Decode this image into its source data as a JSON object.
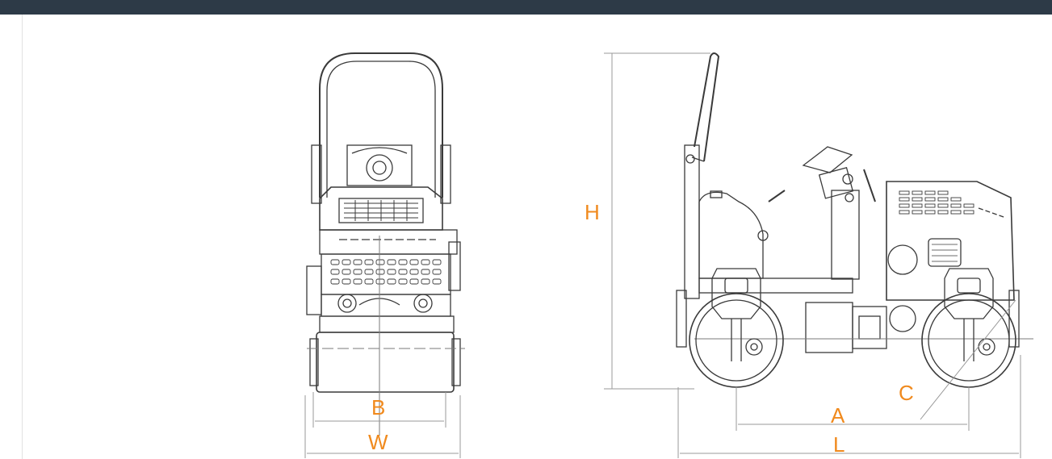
{
  "colors": {
    "accent": "#f08a1e",
    "header": "#2d3a47",
    "line": "#3a3a3a",
    "dim": "#9a9a9a"
  },
  "front_view": {
    "label_track": "B",
    "label_width": "W"
  },
  "side_view": {
    "label_height": "H",
    "label_wheelbase": "A",
    "label_length": "L",
    "label_curb_clearance": "C"
  }
}
